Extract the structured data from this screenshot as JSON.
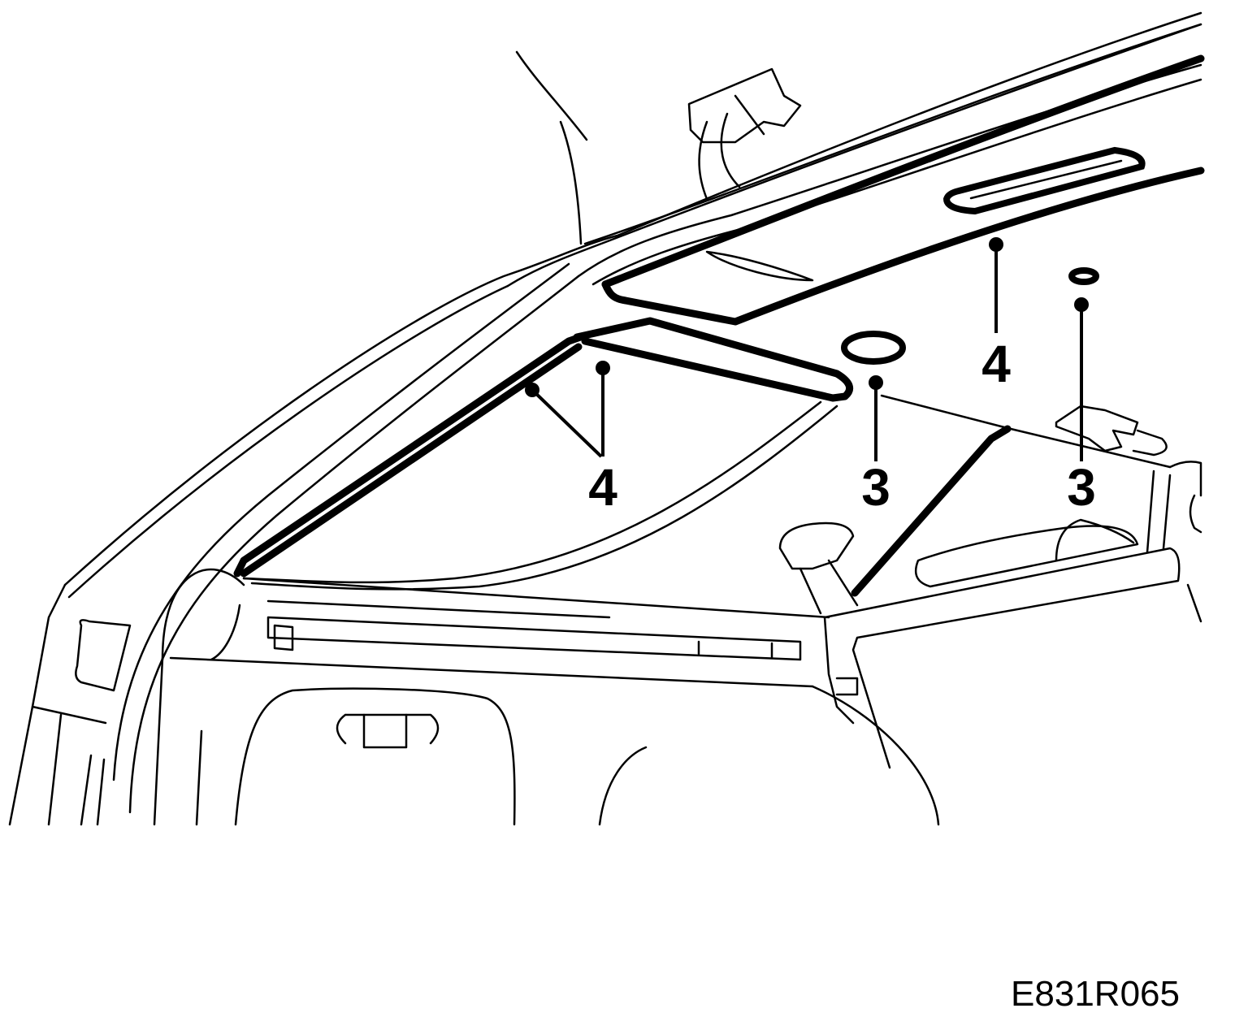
{
  "callouts": {
    "label_4_left": "4",
    "label_3_center": "3",
    "label_4_right": "4",
    "label_3_right": "3"
  },
  "reference_code": "E831R065",
  "colors": {
    "line": "#000000",
    "background": "#ffffff"
  }
}
